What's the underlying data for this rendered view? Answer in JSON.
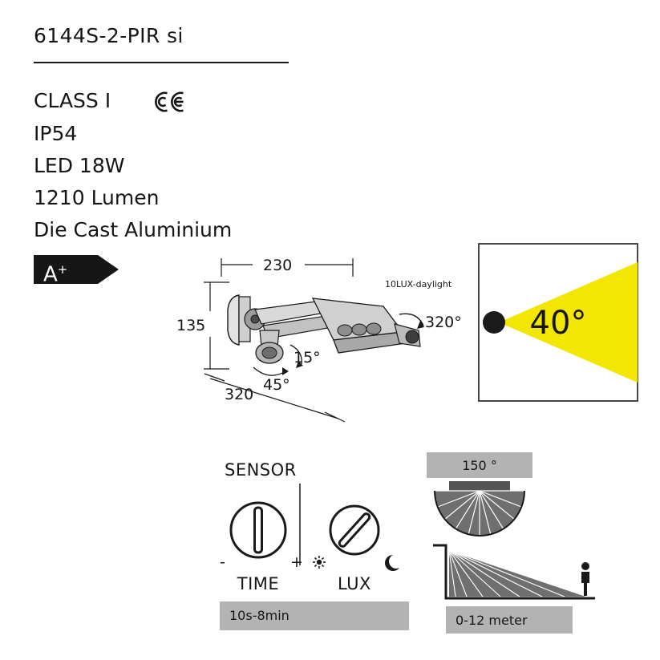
{
  "header": {
    "title": "6144S-2-PIR si"
  },
  "specs": [
    "CLASS I",
    "IP54",
    "LED 18W",
    "1210 Lumen",
    "Die Cast Aluminium"
  ],
  "marks": {
    "ce": "CE",
    "energy_class": "A",
    "energy_class_sup": "+"
  },
  "lamp": {
    "width_mm": "230",
    "height_mm": "135",
    "depth_mm": "320",
    "tilt_down": "45°",
    "tilt_up": "15°",
    "rotation": "320°",
    "sensor_note": "10LUX-daylight"
  },
  "beam": {
    "angle": "40°"
  },
  "sensor": {
    "heading": "SENSOR",
    "time_label": "TIME",
    "lux_label": "LUX",
    "time_minus": "-",
    "time_plus": "+",
    "lux_sun": "sun-icon",
    "lux_moon": "moon-icon",
    "time_range": "10s-8min"
  },
  "coverage": {
    "top_angle": "150 °",
    "range": "0-12 meter"
  },
  "colors": {
    "beam_yellow": "#f3e600",
    "grey_box": "#b3b3b3",
    "line": "#1a1a1a",
    "device_grey": "#d4d4d4",
    "device_dark": "#6e6e6e"
  }
}
